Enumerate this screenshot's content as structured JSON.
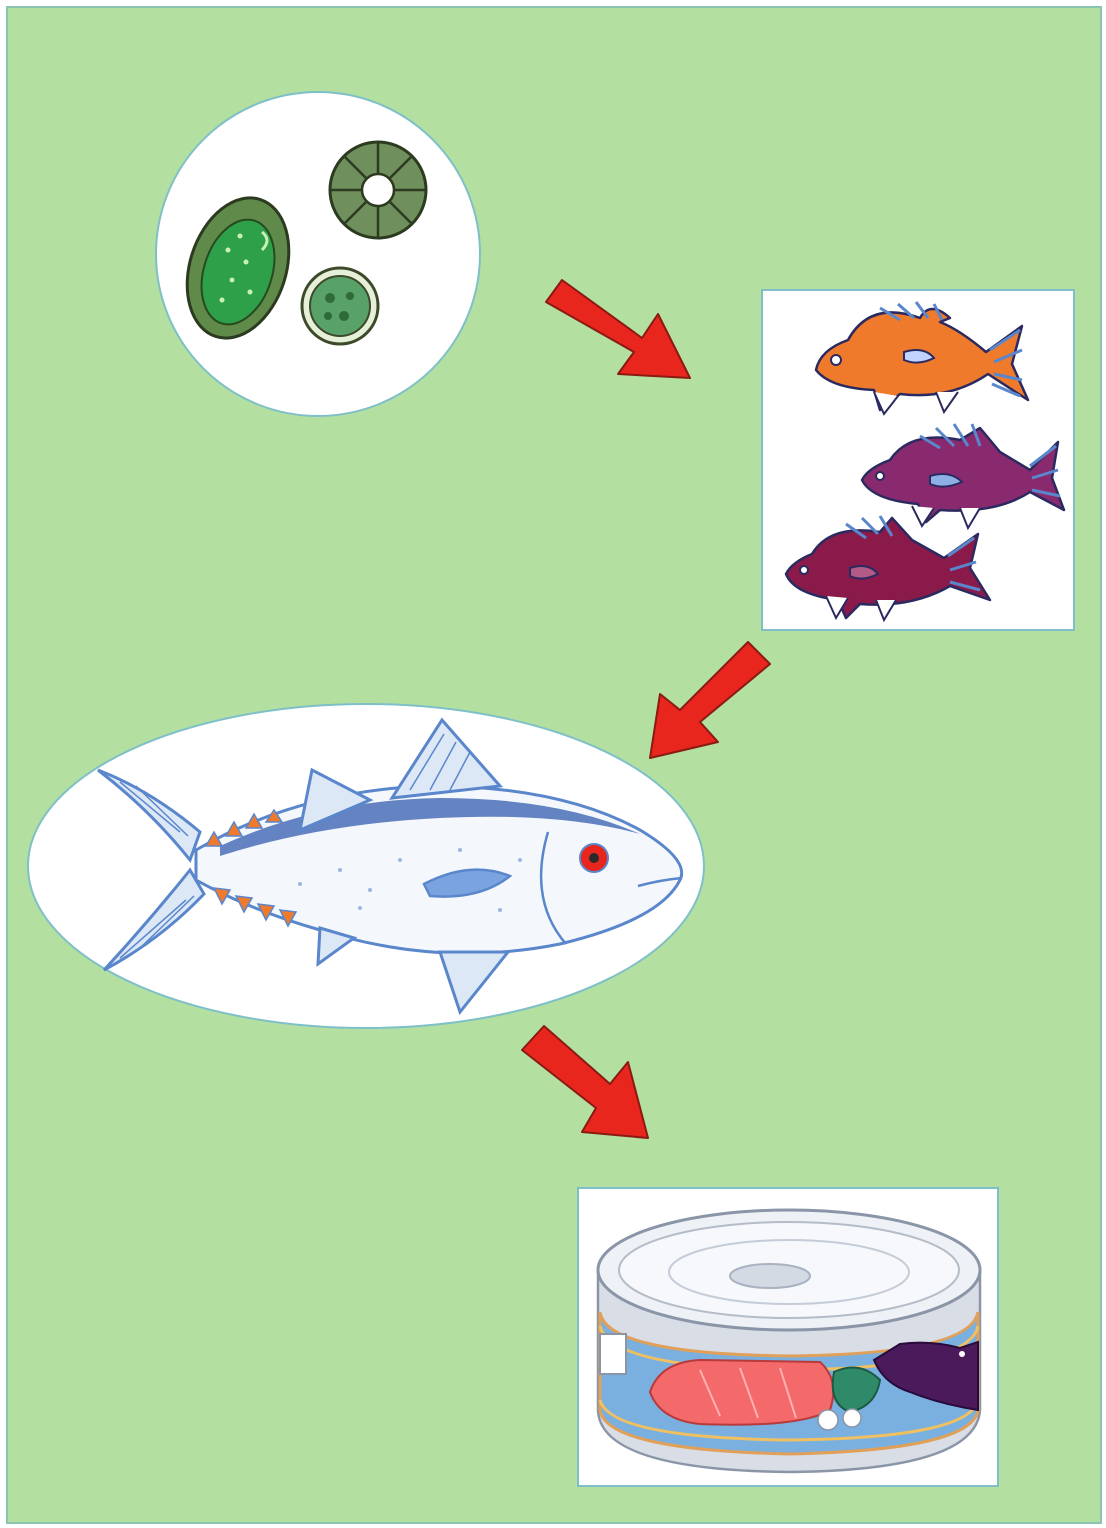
{
  "diagram": {
    "kind": "food-chain",
    "stages": [
      {
        "id": "plankton",
        "icon": "plankton-icon"
      },
      {
        "id": "small-fish",
        "icon": "small-fish-icon"
      },
      {
        "id": "tuna",
        "icon": "tuna-icon"
      },
      {
        "id": "canned-tuna",
        "icon": "tuna-can-icon"
      }
    ],
    "colors": {
      "background": "#b3dfa0",
      "frame_border": "#7fc0c8",
      "arrow": "#e8261e",
      "arrow_outline": "#8a1a12",
      "orange_fish": "#f07a2c",
      "purple_fish": "#8a2a6e",
      "fin_blue": "#5a86cc",
      "plankton_green": "#2fa04a"
    }
  }
}
